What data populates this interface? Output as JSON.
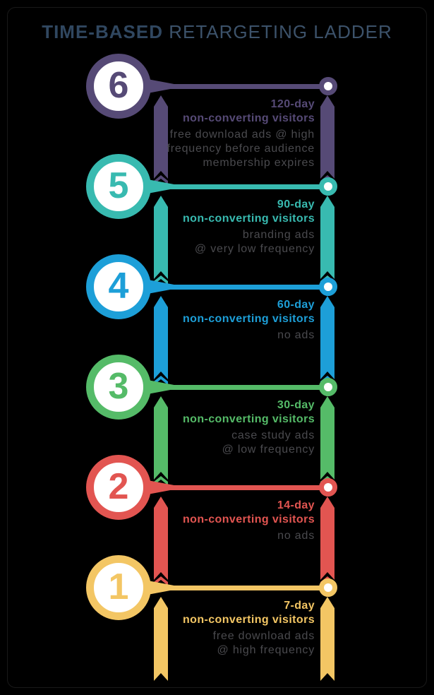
{
  "title": {
    "emphasis": "TIME-BASED",
    "rest": " RETARGETING LADDER"
  },
  "colors": {
    "background": "#000000",
    "title_emphasis": "#304760",
    "title_rest": "#3c526a",
    "description_text": "#4a4a4e",
    "circle_fill": "#ffffff"
  },
  "rows": [
    {
      "number": "6",
      "color": "#564a76",
      "day_label": "120-day",
      "audience_label": "non-converting visitors",
      "description": "free download ads @ high\nfrequency before audience\nmembership expires"
    },
    {
      "number": "5",
      "color": "#38bab0",
      "day_label": "90-day",
      "audience_label": "non-converting visitors",
      "description": "branding ads\n@ very low frequency"
    },
    {
      "number": "4",
      "color": "#1d9fd8",
      "day_label": "60-day",
      "audience_label": "non-converting visitors",
      "description": "no ads"
    },
    {
      "number": "3",
      "color": "#55bb68",
      "day_label": "30-day",
      "audience_label": "non-converting visitors",
      "description": "case study ads\n@ low frequency"
    },
    {
      "number": "2",
      "color": "#e25551",
      "day_label": "14-day",
      "audience_label": "non-converting visitors",
      "description": "no ads"
    },
    {
      "number": "1",
      "color": "#f3c664",
      "day_label": "7-day",
      "audience_label": "non-converting visitors",
      "description": "free download ads\n@ high frequency"
    }
  ]
}
